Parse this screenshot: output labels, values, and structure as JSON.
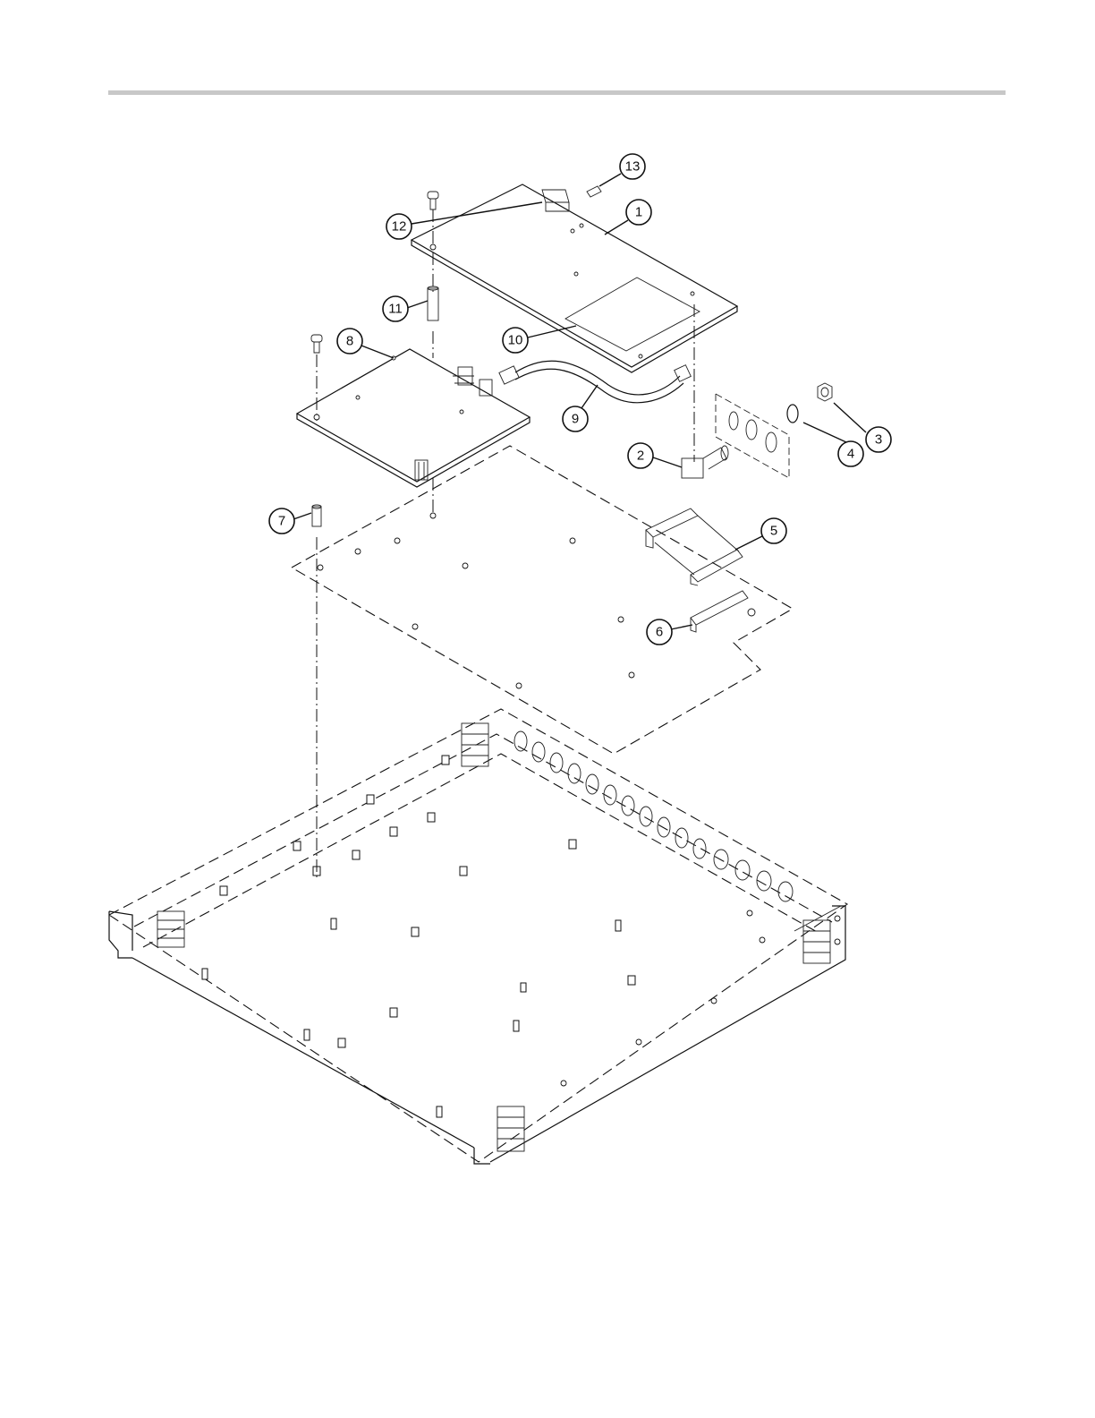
{
  "figure": {
    "callouts": [
      {
        "id": "1",
        "label": "1"
      },
      {
        "id": "2",
        "label": "2"
      },
      {
        "id": "3",
        "label": "3"
      },
      {
        "id": "4",
        "label": "4"
      },
      {
        "id": "5",
        "label": "5"
      },
      {
        "id": "6",
        "label": "6"
      },
      {
        "id": "7",
        "label": "7"
      },
      {
        "id": "8",
        "label": "8"
      },
      {
        "id": "9",
        "label": "9"
      },
      {
        "id": "10",
        "label": "10"
      },
      {
        "id": "11",
        "label": "11"
      },
      {
        "id": "12",
        "label": "12"
      },
      {
        "id": "13",
        "label": "13"
      }
    ]
  },
  "colors": {
    "line": "#111111",
    "rule": "#c8c8c8",
    "background": "#ffffff"
  }
}
